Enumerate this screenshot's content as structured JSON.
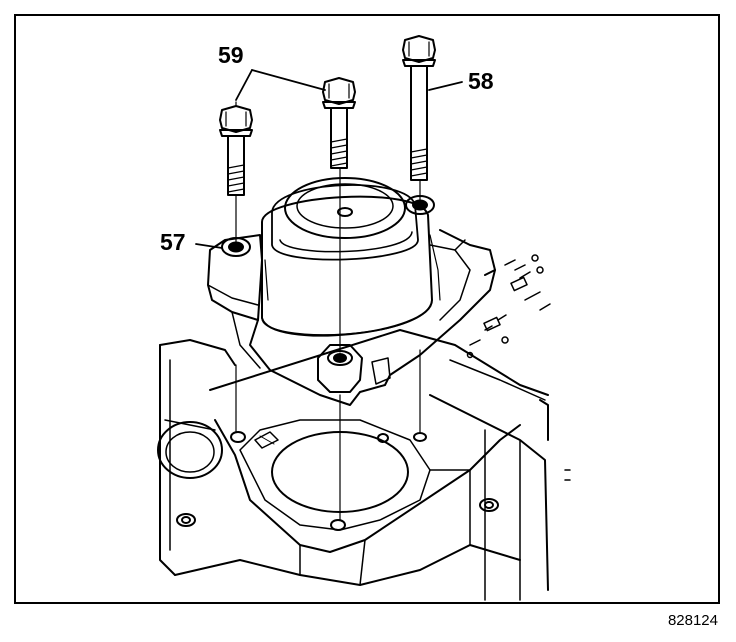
{
  "callouts": {
    "bolt_pair": "59",
    "long_bolt": "58",
    "cover": "57"
  },
  "figure_number": "828124",
  "colors": {
    "ink": "#000000",
    "paper": "#ffffff"
  }
}
